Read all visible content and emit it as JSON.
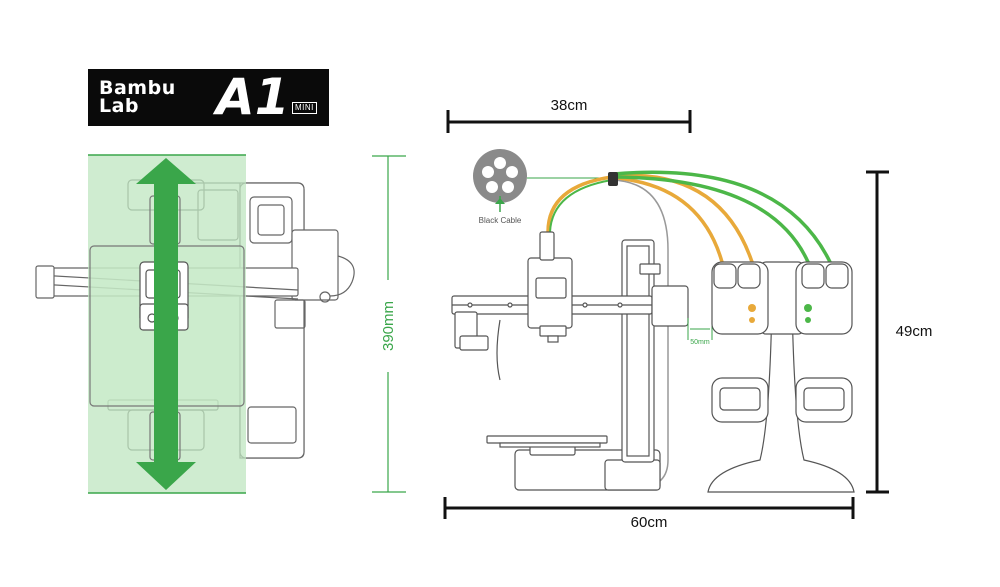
{
  "logo": {
    "brand_line1": "Bambu",
    "brand_line2": "Lab",
    "model": "A1",
    "variant": "MINI"
  },
  "dimensions": {
    "depth_label": "390mm",
    "width_label": "38cm",
    "total_width_label": "60cm",
    "height_label": "49cm",
    "clearance_label": "50mm"
  },
  "callout": {
    "label": "Black Cable"
  },
  "colors": {
    "accent_green": "#3aa64a",
    "light_green": "#bfe6c0",
    "filament_yellow": "#e8a93a",
    "filament_green": "#4cb748",
    "outline": "#555555",
    "dimension": "#111111"
  }
}
